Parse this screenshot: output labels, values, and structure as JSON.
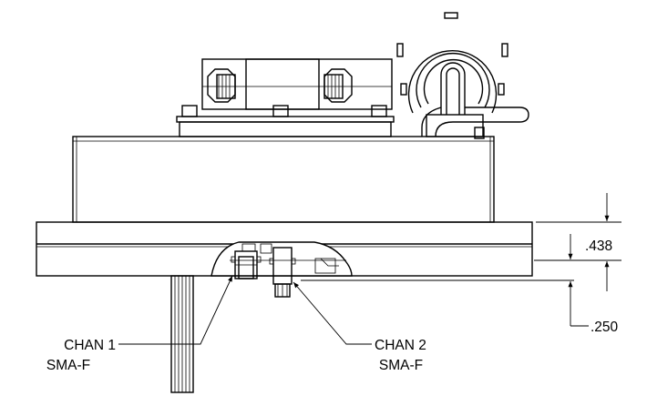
{
  "dimensions": {
    "upper": ".438",
    "lower": ".250"
  },
  "callouts": {
    "chan1": {
      "line1": "CHAN 1",
      "line2": "SMA-F"
    },
    "chan2": {
      "line1": "CHAN 2",
      "line2": "SMA-F"
    }
  }
}
